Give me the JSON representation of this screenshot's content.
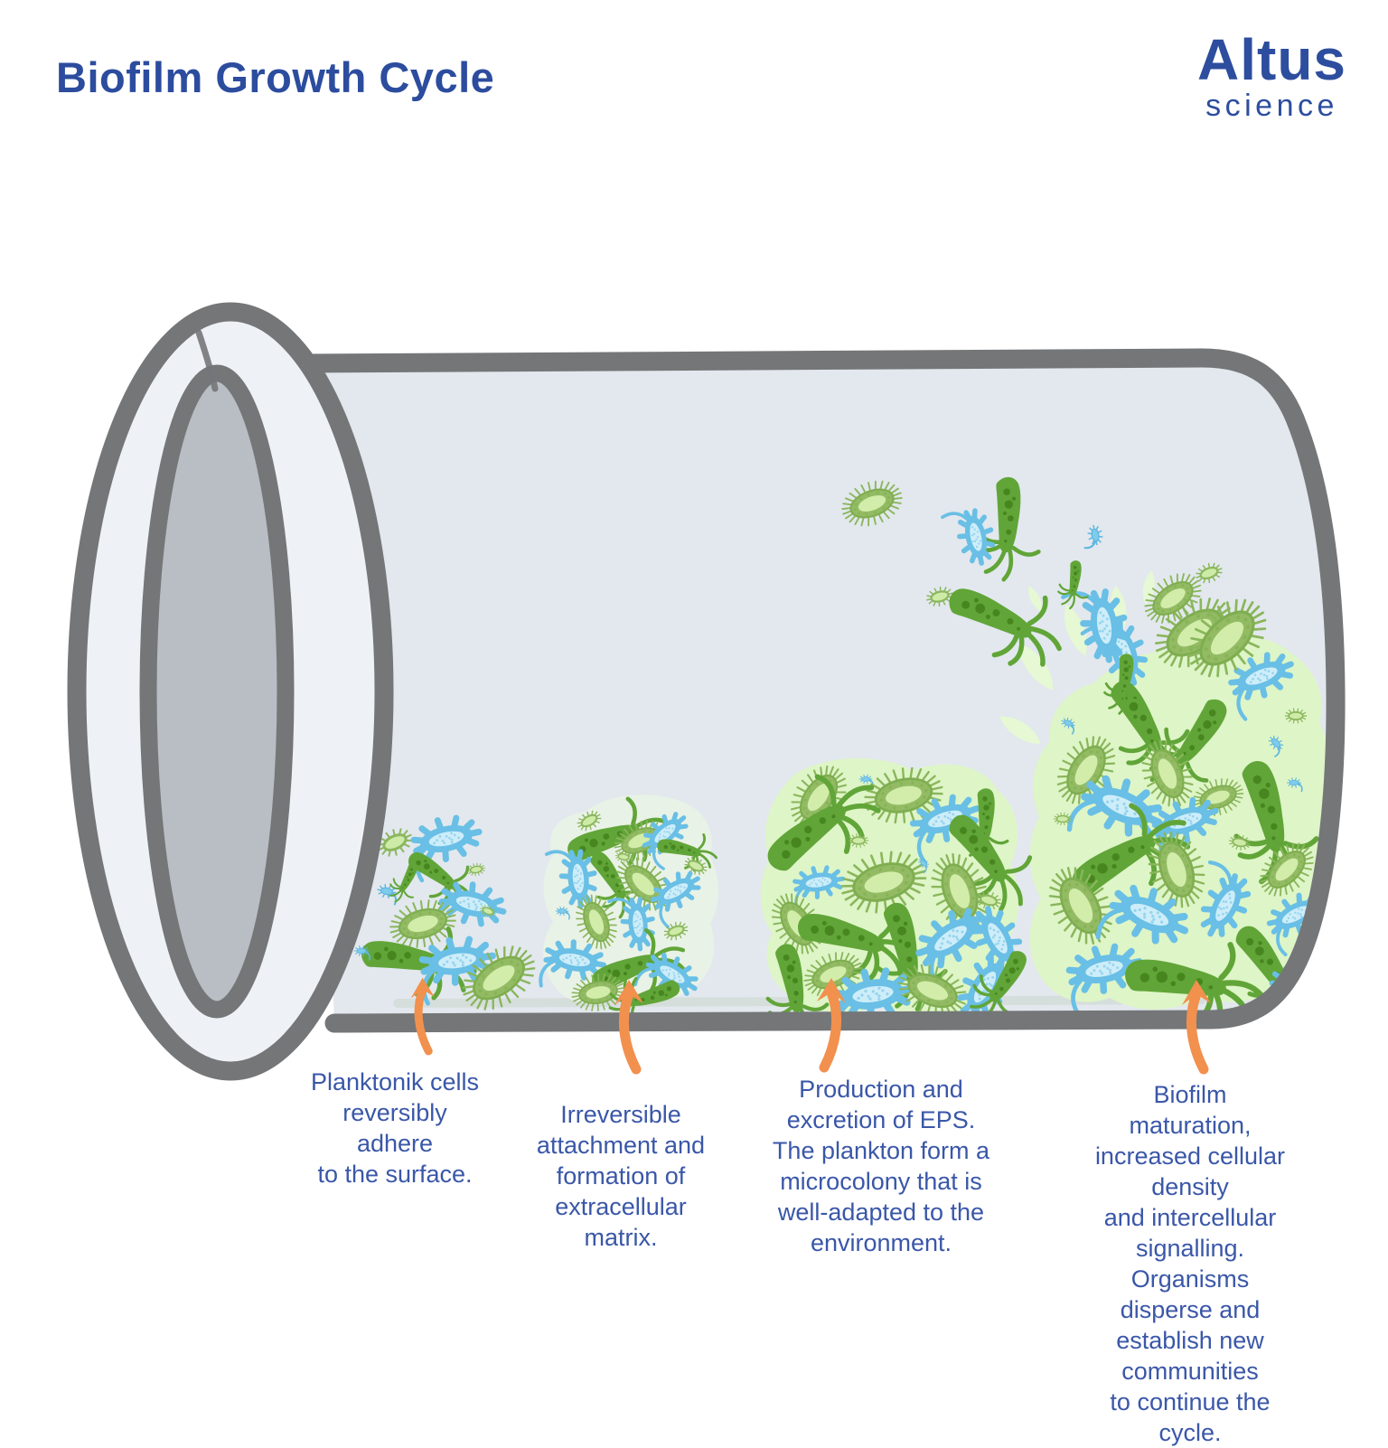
{
  "title": "Biofilm Growth Cycle",
  "logo": {
    "name": "Altus",
    "sub": "science"
  },
  "stages": [
    {
      "id": 1,
      "caption": "Planktonik cells\nreversibly\nadhere\nto the surface."
    },
    {
      "id": 2,
      "caption": "Irreversible\nattachment and\nformation of\nextracellular\nmatrix."
    },
    {
      "id": 3,
      "caption": "Production and\nexcretion of EPS.\nThe plankton form a\nmicrocolony that is\nwell-adapted to the\nenvironment."
    },
    {
      "id": 4,
      "caption": "Biofilm maturation,\nincreased cellular density\nand intercellular signalling.\nOrganisms disperse and\nestablish new communities\nto continue the cycle."
    }
  ],
  "icons": {
    "green_paramecium": "green spiky oval ciliate cell",
    "blue_bacteria": "blue rod bacterium with cilia and flagellum",
    "green_flagellate": "green elongated flagellate with whip arms",
    "small_green_cell": "small green oval cell",
    "small_blue_cell": "tiny blue cell",
    "dispersal_splash": "pale green dispersal streak",
    "stage_arrow": "orange curved arrow pointing up"
  },
  "colors": {
    "title_text": "#2c4c9e",
    "caption_text": "#3a57a8",
    "logo": "#2d4d9e",
    "pipe_outline": "#747678",
    "pipe_body": "#e2e8ed",
    "pipe_rim": "#eef2f6",
    "pipe_interior": "#b8bec3",
    "biofilm_blob": "#def5c7",
    "organism_green": "#61a538",
    "organism_blue": "#69bfe5",
    "arrow_orange": "#f2904e"
  }
}
